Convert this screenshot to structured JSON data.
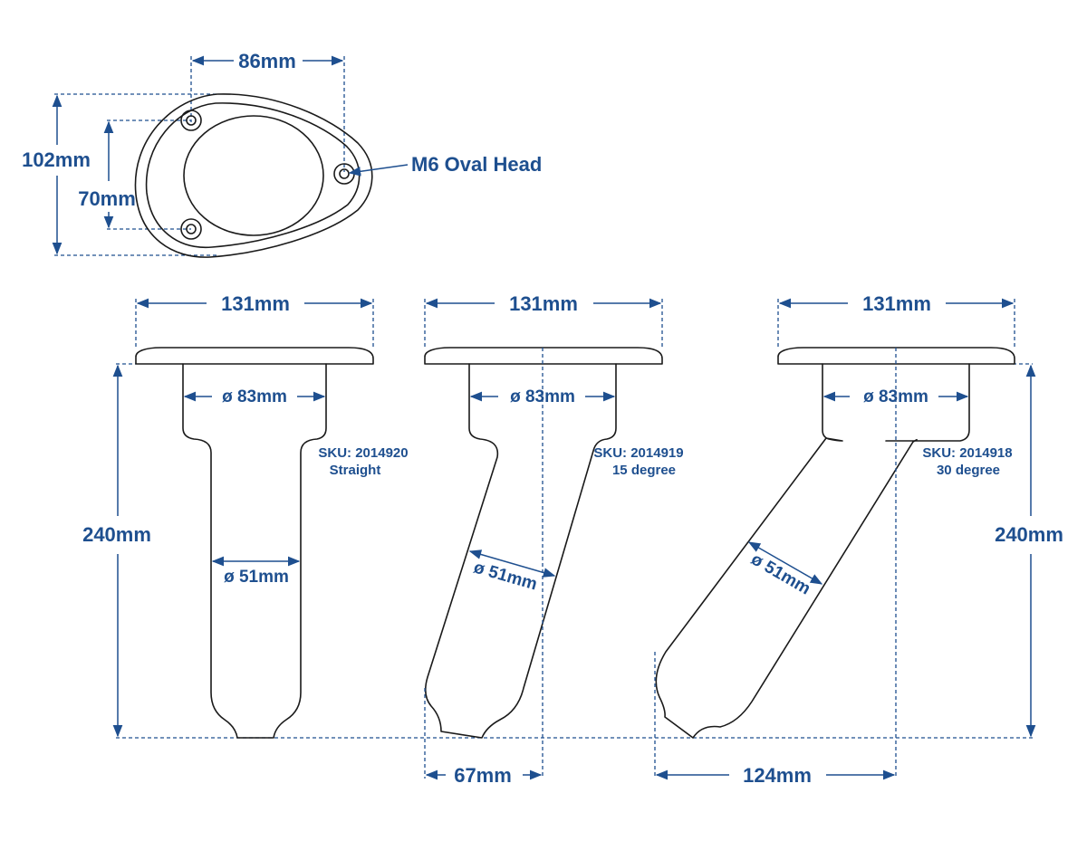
{
  "top_view": {
    "width_label": "86mm",
    "outer_height_label": "102mm",
    "hole_spacing_label": "70mm",
    "bolt_label": "M6 Oval Head"
  },
  "holders": [
    {
      "flange_label": "131mm",
      "bore_label": "ø 83mm",
      "tube_label": "ø 51mm",
      "sku": "SKU: 2014920",
      "angle": "Straight"
    },
    {
      "flange_label": "131mm",
      "bore_label": "ø 83mm",
      "tube_label": "ø 51mm",
      "sku": "SKU: 2014919",
      "angle": "15 degree",
      "offset_label": "67mm"
    },
    {
      "flange_label": "131mm",
      "bore_label": "ø 83mm",
      "tube_label": "ø 51mm",
      "sku": "SKU: 2014918",
      "angle": "30 degree",
      "offset_label": "124mm"
    }
  ],
  "height_label": "240mm",
  "colors": {
    "dimension": "#1e4f8f",
    "outline": "#1a1a1a"
  }
}
